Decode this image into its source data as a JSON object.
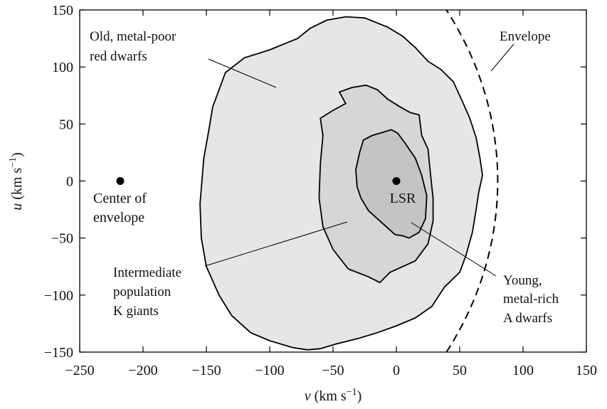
{
  "chart_data": {
    "type": "area",
    "title": "",
    "xlabel": {
      "symbol": "v",
      "units": "(km s",
      "exp": "−1",
      "close": ")"
    },
    "ylabel": {
      "symbol": "u",
      "units": "(km s",
      "exp": "−1",
      "close": ")"
    },
    "xlim": [
      -250,
      150
    ],
    "ylim": [
      -150,
      150
    ],
    "xticks": [
      -250,
      -200,
      -150,
      -100,
      -50,
      0,
      50,
      100,
      150
    ],
    "xtick_labels": [
      "−250",
      "−200",
      "−150",
      "−100",
      "−50",
      "0",
      "50",
      "100",
      "150"
    ],
    "yticks": [
      -150,
      -100,
      -50,
      0,
      50,
      100,
      150
    ],
    "ytick_labels": [
      "−150",
      "−100",
      "−50",
      "0",
      "50",
      "100",
      "150"
    ],
    "grid": false,
    "colors": {
      "outer": "#e6e6e6",
      "middle": "#d6d6d6",
      "inner": "#c4c4c4",
      "line": "#000000"
    },
    "regions": [
      {
        "id": "outer",
        "label_lines": [
          "Old, metal-poor",
          "red dwarfs"
        ],
        "points": [
          [
            -70,
            -148
          ],
          [
            -82,
            -146
          ],
          [
            -100,
            -140
          ],
          [
            -115,
            -133
          ],
          [
            -130,
            -118
          ],
          [
            -140,
            -100
          ],
          [
            -150,
            -75
          ],
          [
            -154,
            -50
          ],
          [
            -155,
            -20
          ],
          [
            -152,
            20
          ],
          [
            -148,
            45
          ],
          [
            -145,
            65
          ],
          [
            -135,
            95
          ],
          [
            -120,
            108
          ],
          [
            -100,
            115
          ],
          [
            -78,
            125
          ],
          [
            -68,
            134
          ],
          [
            -55,
            141
          ],
          [
            -40,
            144
          ],
          [
            -25,
            143
          ],
          [
            -7,
            135
          ],
          [
            5,
            127
          ],
          [
            15,
            117
          ],
          [
            25,
            105
          ],
          [
            35,
            98
          ],
          [
            45,
            87
          ],
          [
            52,
            70
          ],
          [
            58,
            55
          ],
          [
            63,
            38
          ],
          [
            66,
            20
          ],
          [
            68,
            5
          ],
          [
            65,
            -10
          ],
          [
            63,
            -25
          ],
          [
            60,
            -45
          ],
          [
            55,
            -65
          ],
          [
            50,
            -80
          ],
          [
            38,
            -93
          ],
          [
            28,
            -110
          ],
          [
            15,
            -120
          ],
          [
            0,
            -127
          ],
          [
            -15,
            -133
          ],
          [
            -30,
            -138
          ],
          [
            -48,
            -143
          ],
          [
            -60,
            -147
          ]
        ]
      },
      {
        "id": "middle",
        "label_lines": [
          "Intermediate",
          "population",
          "K giants"
        ],
        "points": [
          [
            -13,
            -89
          ],
          [
            -22,
            -84
          ],
          [
            -38,
            -77
          ],
          [
            -50,
            -60
          ],
          [
            -58,
            -40
          ],
          [
            -61,
            -15
          ],
          [
            -60,
            15
          ],
          [
            -58,
            40
          ],
          [
            -60,
            55
          ],
          [
            -50,
            62
          ],
          [
            -40,
            68
          ],
          [
            -45,
            78
          ],
          [
            -35,
            82
          ],
          [
            -24,
            84
          ],
          [
            -15,
            80
          ],
          [
            -7,
            72
          ],
          [
            3,
            65
          ],
          [
            11,
            60
          ],
          [
            18,
            58
          ],
          [
            20,
            40
          ],
          [
            25,
            28
          ],
          [
            27,
            5
          ],
          [
            29,
            -15
          ],
          [
            29,
            -35
          ],
          [
            25,
            -55
          ],
          [
            15,
            -70
          ],
          [
            5,
            -75
          ],
          [
            -5,
            -80
          ]
        ]
      },
      {
        "id": "inner",
        "label_lines": [
          "Young,",
          "metal-rich",
          "A dwarfs"
        ],
        "points": [
          [
            -15,
            -33
          ],
          [
            -22,
            -26
          ],
          [
            -28,
            -15
          ],
          [
            -31,
            -5
          ],
          [
            -32,
            10
          ],
          [
            -29,
            25
          ],
          [
            -26,
            36
          ],
          [
            -19,
            40
          ],
          [
            -10,
            43
          ],
          [
            -4,
            45
          ],
          [
            1,
            42
          ],
          [
            7,
            33
          ],
          [
            15,
            20
          ],
          [
            20,
            5
          ],
          [
            24,
            -13
          ],
          [
            23,
            -33
          ],
          [
            18,
            -45
          ],
          [
            10,
            -50
          ],
          [
            5,
            -48
          ],
          [
            -1,
            -47
          ],
          [
            -5,
            -43
          ],
          [
            -10,
            -38
          ]
        ]
      }
    ],
    "envelope": {
      "label": "Envelope",
      "center": [
        -218,
        0
      ],
      "radius": 298
    },
    "points": [
      {
        "label": "LSR",
        "x": 0,
        "y": 0
      },
      {
        "label_lines": [
          "Center of",
          "envelope"
        ],
        "x": -218,
        "y": 0
      }
    ]
  }
}
